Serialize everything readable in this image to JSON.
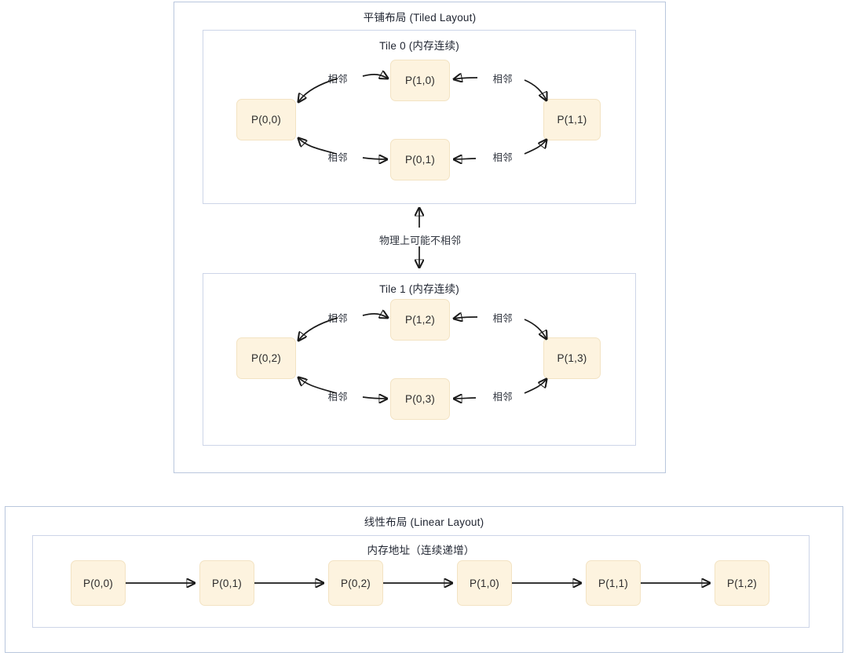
{
  "tiled": {
    "title": "平铺布局 (Tiled Layout)",
    "tiles": [
      {
        "title": "Tile 0 (内存连续)",
        "nodes": {
          "left": "P(0,0)",
          "top": "P(1,0)",
          "bottom": "P(0,1)",
          "right": "P(1,1)"
        },
        "edges": [
          {
            "label": "相邻"
          },
          {
            "label": "相邻"
          },
          {
            "label": "相邻"
          },
          {
            "label": "相邻"
          }
        ]
      },
      {
        "title": "Tile 1 (内存连续)",
        "nodes": {
          "left": "P(0,2)",
          "top": "P(1,2)",
          "bottom": "P(0,3)",
          "right": "P(1,3)"
        },
        "edges": [
          {
            "label": "相邻"
          },
          {
            "label": "相邻"
          },
          {
            "label": "相邻"
          },
          {
            "label": "相邻"
          }
        ]
      }
    ],
    "between_tiles_label": "物理上可能不相邻"
  },
  "linear": {
    "title": "线性布局 (Linear Layout)",
    "subtitle": "内存地址（连续递增）",
    "nodes": [
      "P(0,0)",
      "P(0,1)",
      "P(0,2)",
      "P(1,0)",
      "P(1,1)",
      "P(1,2)"
    ]
  },
  "colors": {
    "node_fill": "#fdf3df",
    "node_border": "#f3e3c3",
    "outer_border": "#b9c7dd",
    "inner_border": "#cdd5e8",
    "edge_stroke": "#1a1a1a",
    "background": "#ffffff"
  }
}
